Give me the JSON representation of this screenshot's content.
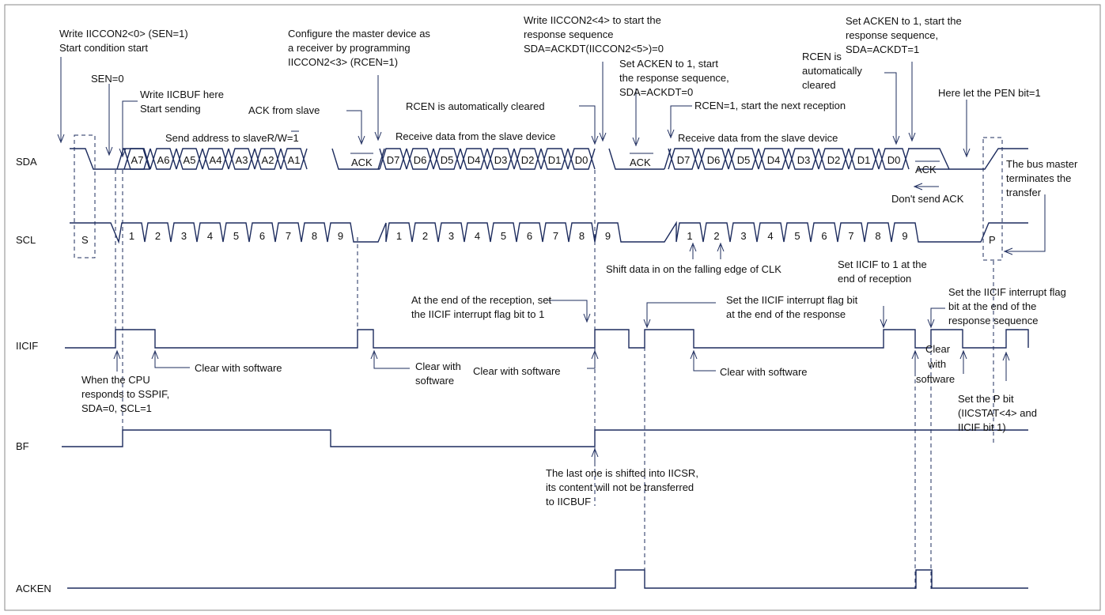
{
  "signals": {
    "sda": "SDA",
    "scl": "SCL",
    "iicif": "IICIF",
    "bf": "BF",
    "acken": "ACKEN"
  },
  "sda_cells": {
    "address_bits": [
      "A7",
      "A6",
      "A5",
      "A4",
      "A3",
      "A2",
      "A1"
    ],
    "ack1": "ACK",
    "data_bits_1": [
      "D7",
      "D6",
      "D5",
      "D4",
      "D3",
      "D2",
      "D1",
      "D0"
    ],
    "ack2": "ACK",
    "data_bits_2": [
      "D7",
      "D6",
      "D5",
      "D4",
      "D3",
      "D2",
      "D1",
      "D0"
    ],
    "ack3": "ACK",
    "start_label": "S",
    "stop_label": "P"
  },
  "scl_cells": {
    "group1": [
      "1",
      "2",
      "3",
      "4",
      "5",
      "6",
      "7",
      "8",
      "9"
    ],
    "group2": [
      "1",
      "2",
      "3",
      "4",
      "5",
      "6",
      "7",
      "8",
      "9"
    ],
    "group3": [
      "1",
      "2",
      "3",
      "4",
      "5",
      "6",
      "7",
      "8",
      "9"
    ]
  },
  "notes": {
    "write_sen": [
      "Write IICCON2<0> (SEN=1)",
      "Start condition start"
    ],
    "sen_zero": "SEN=0",
    "write_iicbuf": [
      "Write IICBUF here",
      "Start sending"
    ],
    "configure_master": [
      "Configure the master device as",
      "a receiver by programming",
      "IICCON2<3> (RCEN=1)"
    ],
    "ack_from_slave": "ACK from slave",
    "send_address": "Send address to slaveR/W=1",
    "write_iiccon2_4": [
      "Write IICCON2<4> to start the",
      "response sequence",
      "SDA=ACKDT(IICCON2<5>)=0"
    ],
    "set_acken_1": [
      "Set ACKEN to 1, start",
      "the response sequence,",
      "SDA=ACKDT=0"
    ],
    "rcen_auto_1": "RCEN is automatically cleared",
    "receive_data_1": "Receive data from the slave device",
    "rcen_next": "RCEN=1, start the next reception",
    "receive_data_2": "Receive data from the slave device",
    "rcen_auto_2": [
      "RCEN is",
      "automatically",
      "cleared"
    ],
    "set_acken_2": [
      "Set ACKEN to 1, start the",
      "response sequence,",
      "SDA=ACKDT=1"
    ],
    "pen_bit": "Here let the PEN bit=1",
    "bus_master": [
      "The bus master",
      "terminates the",
      "transfer"
    ],
    "dont_send_ack": "Don't send ACK",
    "shift_data": "Shift data in on the falling edge of CLK",
    "set_iicif_end": [
      "Set IICIF to 1 at the",
      "end of reception"
    ],
    "end_reception": [
      "At the end of the reception, set",
      "the IICIF interrupt flag bit to 1"
    ],
    "iicif_end_response": [
      "Set the IICIF interrupt flag bit",
      "at the end of the response"
    ],
    "iicif_end_sequence": [
      "Set the IICIF interrupt flag",
      "bit at the end of the",
      "response sequence"
    ],
    "clear_sw_1": "Clear with software",
    "clear_sw_2": [
      "Clear with",
      "software"
    ],
    "clear_sw_3": "Clear with software",
    "clear_sw_4": "Clear with software",
    "clear_sw_5": [
      "Clear",
      "with",
      "software"
    ],
    "cpu_responds": [
      "When the CPU",
      "responds to SSPIF,",
      "SDA=0, SCL=1"
    ],
    "set_p_bit": [
      "Set the P bit",
      "(IICSTAT<4> and",
      "IICIF bit 1)"
    ],
    "last_shifted": [
      "The last one is shifted into IICSR,",
      "its content will not be transferred",
      "to IICBUF"
    ]
  },
  "colors": {
    "signal": "#1d2c5e",
    "frame": "#888888",
    "text": "#111111"
  }
}
